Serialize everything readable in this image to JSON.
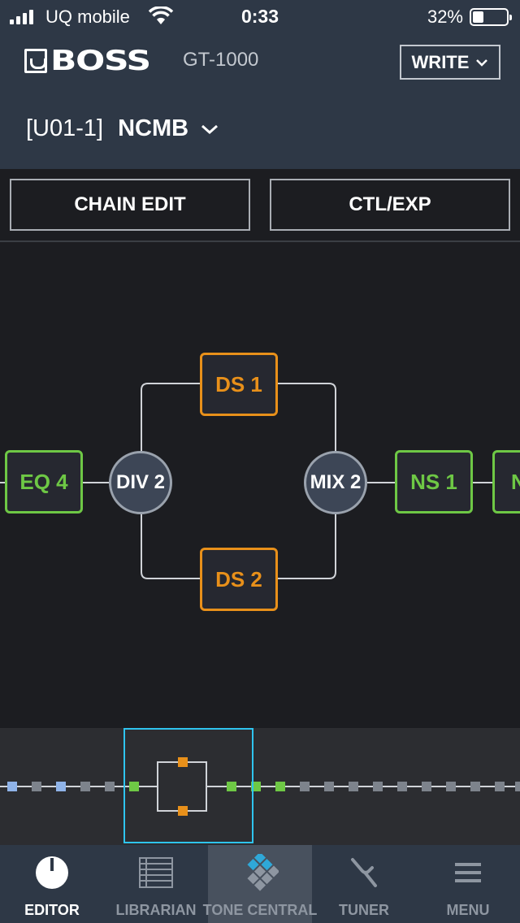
{
  "status_bar": {
    "carrier": "UQ mobile",
    "time": "0:33",
    "battery_percent": "32%",
    "battery_level": 0.32
  },
  "header": {
    "brand": "BOSS",
    "model": "GT-1000",
    "write_label": "WRITE",
    "patch_id": "[U01-1]",
    "patch_name": "NCMB"
  },
  "buttons": {
    "chain_edit": "CHAIN EDIT",
    "ctl_exp": "CTL/EXP"
  },
  "chain": {
    "blocks": {
      "eq4": "EQ 4",
      "div2": "DIV 2",
      "ds1": "DS 1",
      "ds2": "DS 2",
      "mix2": "MIX 2",
      "ns1": "NS 1",
      "next": "N"
    },
    "colors": {
      "green": "#6ec845",
      "orange": "#e8901a",
      "node": "#3d4656",
      "line": "#d0d3d8"
    }
  },
  "nav": {
    "editor": "EDITOR",
    "librarian": "LIBRARIAN",
    "tone_central": "TONE CENTRAL",
    "tuner": "TUNER",
    "menu": "MENU"
  },
  "icons": {
    "editor": "knob-icon",
    "librarian": "list-icon",
    "tone_central": "tone-central-icon",
    "tuner": "tuning-fork-icon",
    "menu": "hamburger-icon"
  }
}
